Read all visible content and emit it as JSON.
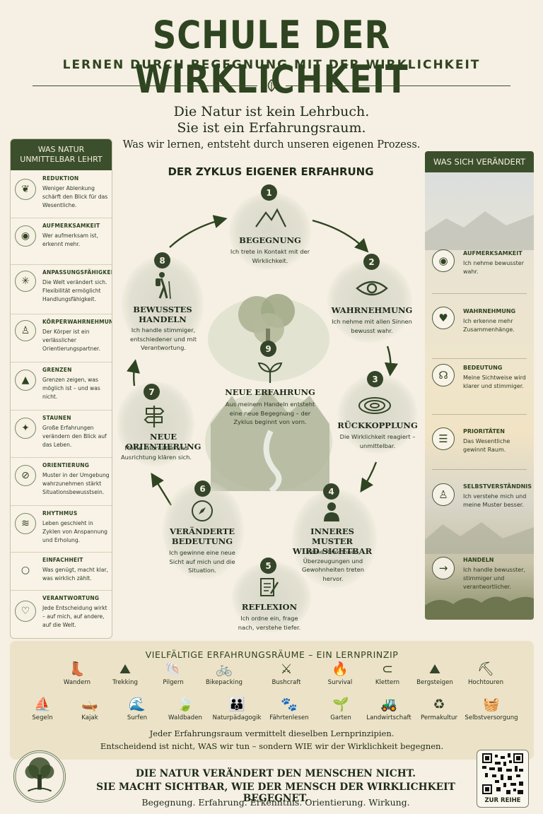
{
  "header": {
    "title": "SCHULE DER WIRKLICHKEIT",
    "subtitle": "LERNEN DURCH BEGEGNUNG MIT DER WIRKLICHKEIT",
    "intro_line1": "Die Natur ist kein Lehrbuch.",
    "intro_line2": "Sie ist ein Erfahrungsraum.",
    "intro_line3": "Was wir lernen, entsteht durch unseren eigenen Prozess."
  },
  "left_panel": {
    "heading_line1": "WAS NATUR",
    "heading_line2": "UNMITTELBAR LEHRT",
    "items": [
      {
        "title": "REDUKTION",
        "text": "Weniger Ablenkung schärft den Blick für das Wesentliche.",
        "icon": "leaf-icon"
      },
      {
        "title": "AUFMERKSAMKEIT",
        "text": "Wer aufmerksam ist, erkennt mehr.",
        "icon": "eye-icon"
      },
      {
        "title": "ANPASSUNGSFÄHIGKEIT",
        "text": "Die Welt verändert sich. Flexibilität ermöglicht Handlungsfähigkeit.",
        "icon": "sun-burst-icon"
      },
      {
        "title": "KÖRPERWAHRNEHMUNG",
        "text": "Der Körper ist ein verlässlicher Orientierungspartner.",
        "icon": "person-icon"
      },
      {
        "title": "GRENZEN",
        "text": "Grenzen zeigen, was möglich ist – und was nicht.",
        "icon": "mountain-icon"
      },
      {
        "title": "STAUNEN",
        "text": "Große Erfahrungen verändern den Blick auf das Leben.",
        "icon": "sparkle-icon"
      },
      {
        "title": "ORIENTIERUNG",
        "text": "Muster in der Umgebung wahrzunehmen stärkt Situationsbewusstsein.",
        "icon": "compass-icon"
      },
      {
        "title": "RHYTHMUS",
        "text": "Leben geschieht in Zyklen von Anspannung und Erholung.",
        "icon": "wave-icon"
      },
      {
        "title": "EINFACHHEIT",
        "text": "Was genügt, macht klar, was wirklich zählt.",
        "icon": "circle-icon"
      },
      {
        "title": "VERANTWORTUNG",
        "text": "Jede Entscheidung wirkt – auf mich, auf andere, auf die Welt.",
        "icon": "heart-hands-icon"
      }
    ]
  },
  "right_panel": {
    "heading": "WAS SICH VERÄNDERT",
    "items": [
      {
        "title": "AUFMERKSAMKEIT",
        "text": "Ich nehme bewusster wahr.",
        "icon": "eye-icon"
      },
      {
        "title": "WAHRNEHMUNG",
        "text": "Ich erkenne mehr Zusammenhänge.",
        "icon": "heart-icon"
      },
      {
        "title": "BEDEUTUNG",
        "text": "Meine Sichtweise wird klarer und stimmiger.",
        "icon": "head-brain-icon"
      },
      {
        "title": "PRIORITÄTEN",
        "text": "Das Wesentliche gewinnt Raum.",
        "icon": "list-icon"
      },
      {
        "title": "SELBSTVERSTÄNDNIS",
        "text": "Ich verstehe mich und meine Muster besser.",
        "icon": "person-icon"
      },
      {
        "title": "HANDELN",
        "text": "Ich handle bewusster, stimmiger und verantwortlicher.",
        "icon": "arrow-right-icon"
      }
    ]
  },
  "cycle": {
    "title": "DER ZYKLUS EIGENER ERFAHRUNG",
    "steps": [
      {
        "num": "1",
        "title": "BEGEGNUNG",
        "text": "Ich trete in Kontakt mit der Wirklichkeit.",
        "icon": "mountain-icon"
      },
      {
        "num": "2",
        "title": "WAHRNEHMUNG",
        "text": "Ich nehme mit allen Sinnen bewusst wahr.",
        "icon": "eye-icon"
      },
      {
        "num": "3",
        "title": "RÜCKKOPPLUNG",
        "text": "Die Wirklichkeit reagiert – unmittelbar.",
        "icon": "ripple-icon"
      },
      {
        "num": "4",
        "title_line1": "INNERES MUSTER",
        "title_line2": "WIRD SICHTBAR",
        "text": "Meine Reaktionen, Überzeugungen und Gewohnheiten treten hervor.",
        "icon": "person-icon"
      },
      {
        "num": "5",
        "title": "REFLEXION",
        "text": "Ich ordne ein, frage nach, verstehe tiefer.",
        "icon": "notepad-icon"
      },
      {
        "num": "6",
        "title_line1": "VERÄNDERTE",
        "title_line2": "BEDEUTUNG",
        "text": "Ich gewinne eine neue Sicht auf mich und die Situation.",
        "icon": "compass-icon"
      },
      {
        "num": "7",
        "title": "NEUE ORIENTIERUNG",
        "text": "Meine Prioritäten und Ausrichtung klären sich.",
        "icon": "signpost-icon"
      },
      {
        "num": "8",
        "title_line1": "BEWUSSTES",
        "title_line2": "HANDELN",
        "text": "Ich handle stimmiger, entschiedener und mit Verantwortung.",
        "icon": "hiker-icon"
      },
      {
        "num": "9",
        "title": "NEUE ERFAHRUNG",
        "text": "Aus meinem Handeln entsteht eine neue Begegnung – der Zyklus beginnt von vorn.",
        "icon": "sprout-icon"
      }
    ]
  },
  "activities": {
    "title": "VIELFÄLTIGE ERFAHRUNGSRÄUME – EIN LERNPRINZIP",
    "row1": [
      {
        "label": "Wandern",
        "icon": "boot-icon"
      },
      {
        "label": "Trekking",
        "icon": "mountain-icon"
      },
      {
        "label": "Pilgern",
        "icon": "shell-icon"
      },
      {
        "label": "Bikepacking",
        "icon": "bicycle-icon"
      },
      {
        "label": "Bushcraft",
        "icon": "knife-icon"
      },
      {
        "label": "Survival",
        "icon": "fire-icon"
      },
      {
        "label": "Klettern",
        "icon": "carabiner-icon"
      },
      {
        "label": "Bergsteigen",
        "icon": "peaks-icon"
      },
      {
        "label": "Hochtouren",
        "icon": "ice-axe-icon"
      }
    ],
    "row2": [
      {
        "label": "Segeln",
        "icon": "sailboat-icon"
      },
      {
        "label": "Kajak",
        "icon": "kayak-icon"
      },
      {
        "label": "Surfen",
        "icon": "wave-icon"
      },
      {
        "label": "Waldbaden",
        "icon": "leaf-icon"
      },
      {
        "label": "Naturpädagogik",
        "icon": "family-icon"
      },
      {
        "label": "Fährtenlesen",
        "icon": "paw-icon"
      },
      {
        "label": "Garten",
        "icon": "seedling-icon"
      },
      {
        "label": "Landwirtschaft",
        "icon": "tractor-icon"
      },
      {
        "label": "Permakultur",
        "icon": "cycle-icon"
      },
      {
        "label": "Selbstversorgung",
        "icon": "basket-icon"
      }
    ],
    "line1": "Jeder Erfahrungsraum vermittelt dieselben Lernprinzipien.",
    "line2": "Entscheidend ist nicht, WAS wir tun – sondern WIE wir der Wirklichkeit begegnen."
  },
  "footer": {
    "line1": "DIE NATUR VERÄNDERT DEN MENSCHEN NICHT.",
    "line2": "SIE MACHT SICHTBAR, WIE DER MENSCH DER WIRKLICHKEIT BEGEGNET.",
    "line3": "Begegnung. Erfahrung. Erkenntnis. Orientierung. Wirkung.",
    "qr_label": "ZUR REIHE"
  }
}
